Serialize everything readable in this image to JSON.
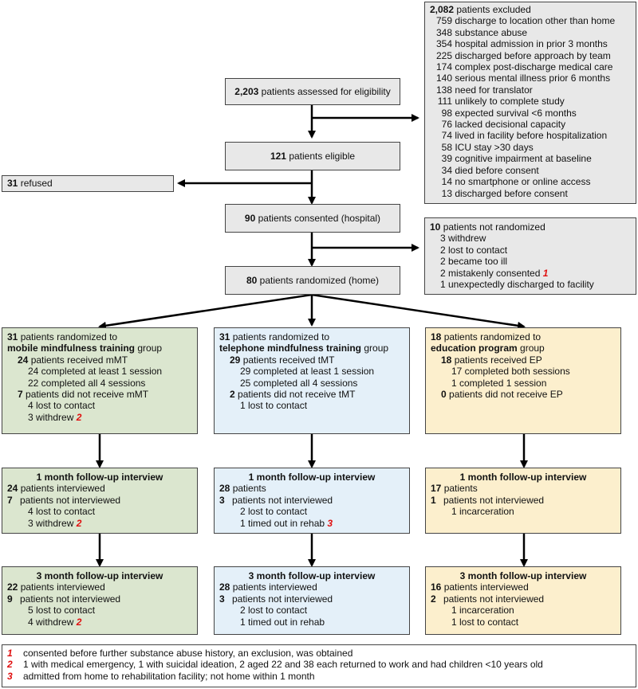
{
  "excluded": {
    "count": "2,082",
    "label": "patients excluded",
    "reasons": [
      {
        "n": "759",
        "t": "discharge to location other than home"
      },
      {
        "n": "348",
        "t": "substance abuse"
      },
      {
        "n": "354",
        "t": "hospital admission in prior 3 months"
      },
      {
        "n": "225",
        "t": "discharged before approach by team"
      },
      {
        "n": "174",
        "t": "complex post-discharge medical care"
      },
      {
        "n": "140",
        "t": "serious mental illness prior 6 months"
      },
      {
        "n": "138",
        "t": "need for translator"
      },
      {
        "n": "111",
        "t": "unlikely to complete study"
      },
      {
        "n": "98",
        "t": "expected survival <6 months"
      },
      {
        "n": "76",
        "t": "lacked decisional capacity"
      },
      {
        "n": "74",
        "t": "lived in facility before hospitalization"
      },
      {
        "n": "58",
        "t": "ICU stay >30 days"
      },
      {
        "n": "39",
        "t": "cognitive impairment at baseline"
      },
      {
        "n": "34",
        "t": "died before consent"
      },
      {
        "n": "14",
        "t": "no smartphone or online access"
      },
      {
        "n": "13",
        "t": "discharged before consent"
      }
    ]
  },
  "assessed": {
    "count": "2,203",
    "label": "patients assessed for eligibility"
  },
  "eligible": {
    "count": "121",
    "label": "patients eligible"
  },
  "refused": {
    "count": "31",
    "label": "refused"
  },
  "consented": {
    "count": "90",
    "label": "patients consented (hospital)"
  },
  "randomized": {
    "count": "80",
    "label": "patients randomized (home)"
  },
  "not_randomized": {
    "count": "10",
    "label": "patients not randomized",
    "reasons": [
      "3 withdrew",
      "2 lost to contact",
      "2 became too ill",
      "2 mistakenly consented",
      "1 unexpectedly discharged to facility"
    ],
    "fn_mark": "1"
  },
  "arms": [
    {
      "alloc": {
        "count": "31",
        "line1": "patients randomized to",
        "group": "mobile mindfulness training",
        "suffix": "group",
        "recv_n": "24",
        "recv_t": "patients received mMT",
        "recv_sub": [
          "24 completed at least 1 session",
          "22 completed all 4 sessions"
        ],
        "not_n": "7",
        "not_t": "patients did not receive mMT",
        "not_sub": [
          "4 lost to contact",
          "3 withdrew"
        ],
        "not_sub_mark": "2"
      },
      "m1": {
        "title": "1 month follow-up interview",
        "int_n": "24",
        "int_t": "patients interviewed",
        "not_n": "7",
        "not_t": "patients not interviewed",
        "sub": [
          "4 lost to contact",
          "3 withdrew"
        ],
        "sub_mark": "2"
      },
      "m3": {
        "title": "3 month follow-up interview",
        "int_n": "22",
        "int_t": "patients interviewed",
        "not_n": "9",
        "not_t": "patients not interviewed",
        "sub": [
          "5 lost to contact",
          "4 withdrew"
        ],
        "sub_mark": "2"
      }
    },
    {
      "alloc": {
        "count": "31",
        "line1": "patients randomized to",
        "group": "telephone mindfulness training",
        "suffix": "group",
        "recv_n": "29",
        "recv_t": "patients received tMT",
        "recv_sub": [
          "29 completed at least 1 session",
          "25 completed all 4 sessions"
        ],
        "not_n": "2",
        "not_t": "patients did not receive tMT",
        "not_sub": [
          "1 lost to contact"
        ]
      },
      "m1": {
        "title": "1 month follow-up interview",
        "int_n": "28",
        "int_t": "patients",
        "not_n": "3",
        "not_t": "patients not interviewed",
        "sub": [
          "2 lost to contact",
          "1 timed out in rehab"
        ],
        "sub_mark": "3"
      },
      "m3": {
        "title": "3 month follow-up interview",
        "int_n": "28",
        "int_t": "patients interviewed",
        "not_n": "3",
        "not_t": "patients not interviewed",
        "sub": [
          "2 lost to contact",
          "1 timed out in rehab"
        ]
      }
    },
    {
      "alloc": {
        "count": "18",
        "line1": "patients randomized to",
        "group": "education program",
        "suffix": "group",
        "recv_n": "18",
        "recv_t": "patients received EP",
        "recv_sub": [
          "17 completed both sessions",
          "1 completed 1 session"
        ],
        "not_n": "0",
        "not_t": "patients did not receive EP",
        "not_sub": []
      },
      "m1": {
        "title": "1 month follow-up interview",
        "int_n": "17",
        "int_t": "patients",
        "not_n": "1",
        "not_t": "patients not interviewed",
        "sub": [
          "1 incarceration"
        ]
      },
      "m3": {
        "title": "3 month follow-up interview",
        "int_n": "16",
        "int_t": "patients interviewed",
        "not_n": "2",
        "not_t": "patients not interviewed",
        "sub": [
          "1 incarceration",
          "1 lost to contact"
        ]
      }
    }
  ],
  "footnotes": [
    {
      "mark": "1",
      "text": "consented before further substance abuse history, an exclusion, was obtained"
    },
    {
      "mark": "2",
      "text": "1 with medical emergency, 1 with suicidal ideation, 2 aged 22 and 38 each returned to work and had children <10 years old"
    },
    {
      "mark": "3",
      "text": "admitted from home to rehabilitation facility; not home within 1 month"
    }
  ],
  "colors": {
    "gray": "#e8e8e8",
    "green": "#dbe6cf",
    "blue": "#e4f0f9",
    "yellow": "#fcefcd",
    "footnote_red": "#e01010"
  }
}
